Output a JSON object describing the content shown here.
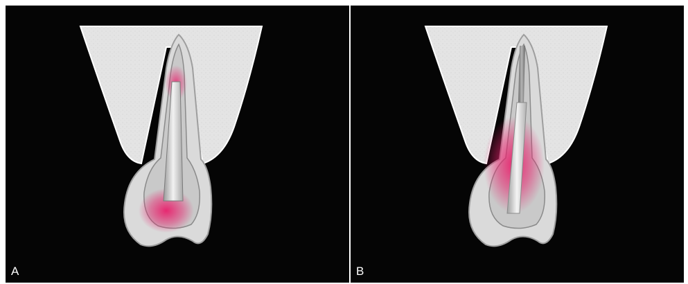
{
  "panels": [
    {
      "label": "A",
      "stress_region": "crown"
    },
    {
      "label": "B",
      "stress_region": "root"
    }
  ],
  "colors": {
    "background": "#050505",
    "divider": "#ffffff",
    "bone": "#e6e6e6",
    "tooth_outline": "#bdbdbd",
    "post": "#c8c8c8",
    "stress_highlight": "#e8206c"
  }
}
